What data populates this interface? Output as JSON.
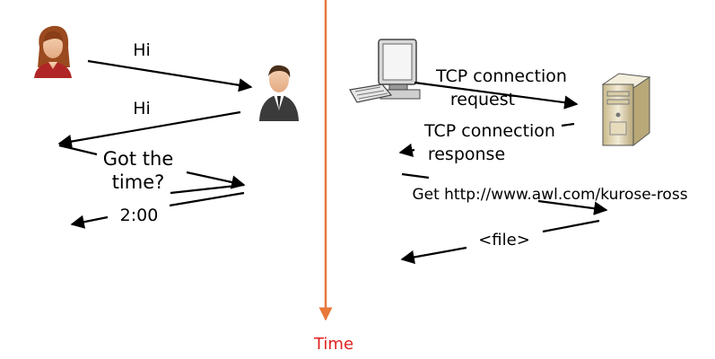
{
  "human_protocol": {
    "msg1": "Hi",
    "msg2": "Hi",
    "msg3_line1": "Got the",
    "msg3_line2": "time?",
    "msg4": "2:00"
  },
  "network_protocol": {
    "msg1_line1": "TCP connection",
    "msg1_line2": "request",
    "msg2_line1": "TCP connection",
    "msg2_line2": "response",
    "msg3": "Get http://www.awl.com/kurose-ross",
    "msg4": "<file>"
  },
  "time_axis": {
    "label": "Time"
  },
  "icons": {
    "person_a": "woman-icon",
    "person_b": "man-icon",
    "client": "desktop-computer-icon",
    "server": "server-tower-icon"
  },
  "colors": {
    "time_axis": "#e8773a",
    "time_label": "#e02020",
    "arrows": "#000000"
  }
}
